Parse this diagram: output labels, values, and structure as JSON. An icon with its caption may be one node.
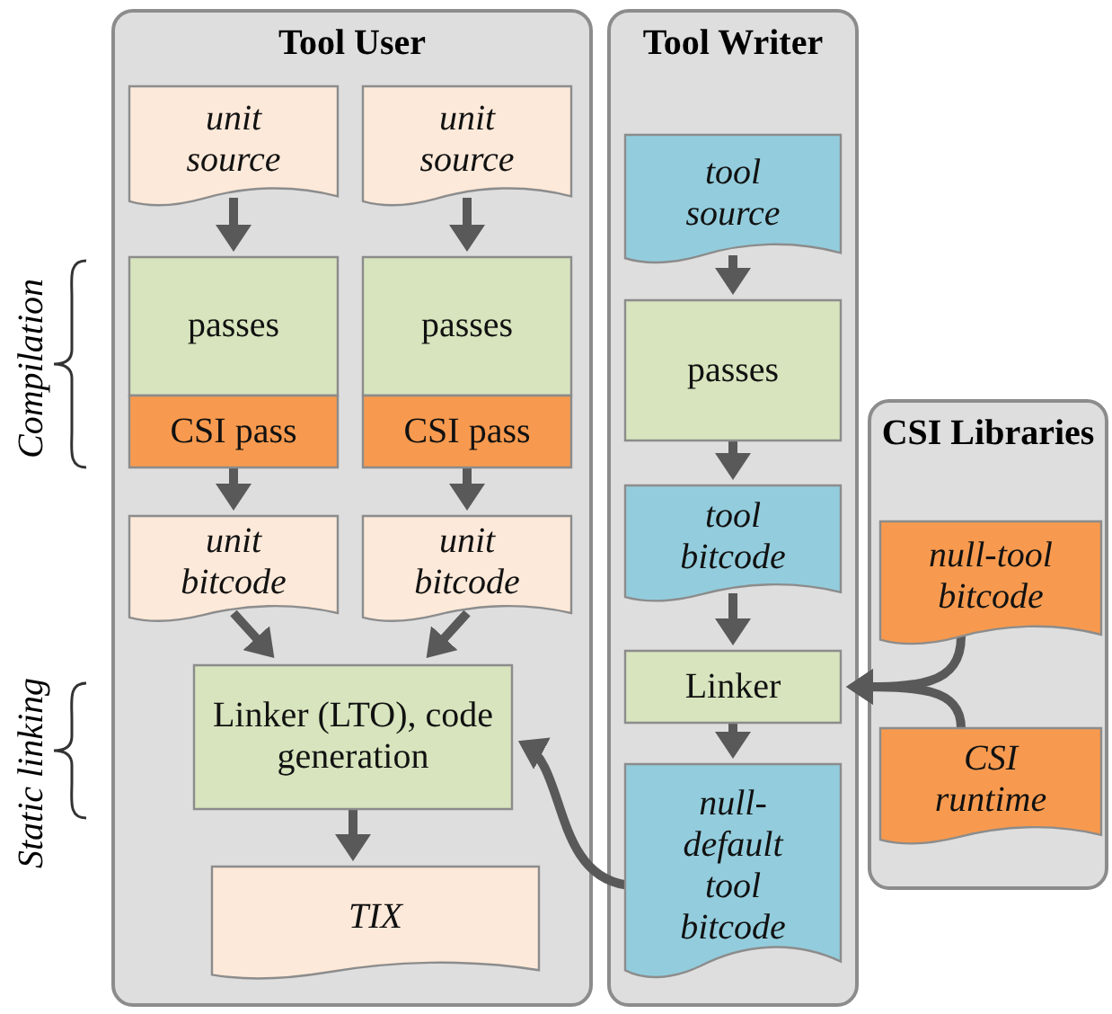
{
  "diagram": {
    "nodes": [
      {
        "text": [
          "Tool User"
        ]
      },
      {
        "text": [
          "Tool Writer"
        ]
      },
      {
        "text": [
          "CSI Libraries"
        ]
      },
      {
        "text": [
          "unit source"
        ],
        "in": 0
      },
      {
        "text": [
          "unit source"
        ],
        "in": 0
      },
      {
        "text": [
          "passes"
        ],
        "in": 0
      },
      {
        "text": [
          "CSI pass"
        ],
        "in": 0
      },
      {
        "text": [
          "passes"
        ],
        "in": 0
      },
      {
        "text": [
          "CSI pass"
        ],
        "in": 0
      },
      {
        "text": [
          "unit bitcode"
        ],
        "in": 0
      },
      {
        "text": [
          "unit bitcode"
        ],
        "in": 0
      },
      {
        "text": [
          "Linker (LTO), code generation"
        ],
        "in": 0
      },
      {
        "text": [
          "TIX"
        ],
        "in": 0
      },
      {
        "text": [
          "tool source"
        ],
        "in": 1
      },
      {
        "text": [
          "passes"
        ],
        "in": 1
      },
      {
        "text": [
          "tool bitcode"
        ],
        "in": 1
      },
      {
        "text": [
          "Linker"
        ],
        "in": 1
      },
      {
        "text": [
          "null-default tool bitcode"
        ],
        "in": 1
      },
      {
        "text": [
          "null-tool bitcode"
        ],
        "in": 2
      },
      {
        "text": [
          "CSI runtime"
        ],
        "in": 2
      }
    ],
    "edges": [
      {
        "from": 3,
        "to": 5,
        "arrow": "to"
      },
      {
        "from": 4,
        "to": 7,
        "arrow": "to"
      },
      {
        "from": 6,
        "to": 9,
        "arrow": "to"
      },
      {
        "from": 8,
        "to": 10,
        "arrow": "to"
      },
      {
        "from": 9,
        "to": 11,
        "arrow": "to"
      },
      {
        "from": 10,
        "to": 11,
        "arrow": "to"
      },
      {
        "from": 11,
        "to": 12,
        "arrow": "to"
      },
      {
        "from": 13,
        "to": 14,
        "arrow": "to"
      },
      {
        "from": 14,
        "to": 15,
        "arrow": "to"
      },
      {
        "from": 15,
        "to": 16,
        "arrow": "to"
      },
      {
        "from": 16,
        "to": 17,
        "arrow": "to"
      },
      {
        "from": 18,
        "to": 16,
        "arrow": "to"
      },
      {
        "from": 19,
        "to": 16,
        "arrow": "to"
      },
      {
        "from": 17,
        "to": 11,
        "arrow": "to"
      }
    ],
    "labels": [
      "Compilation",
      "Static linking"
    ]
  }
}
